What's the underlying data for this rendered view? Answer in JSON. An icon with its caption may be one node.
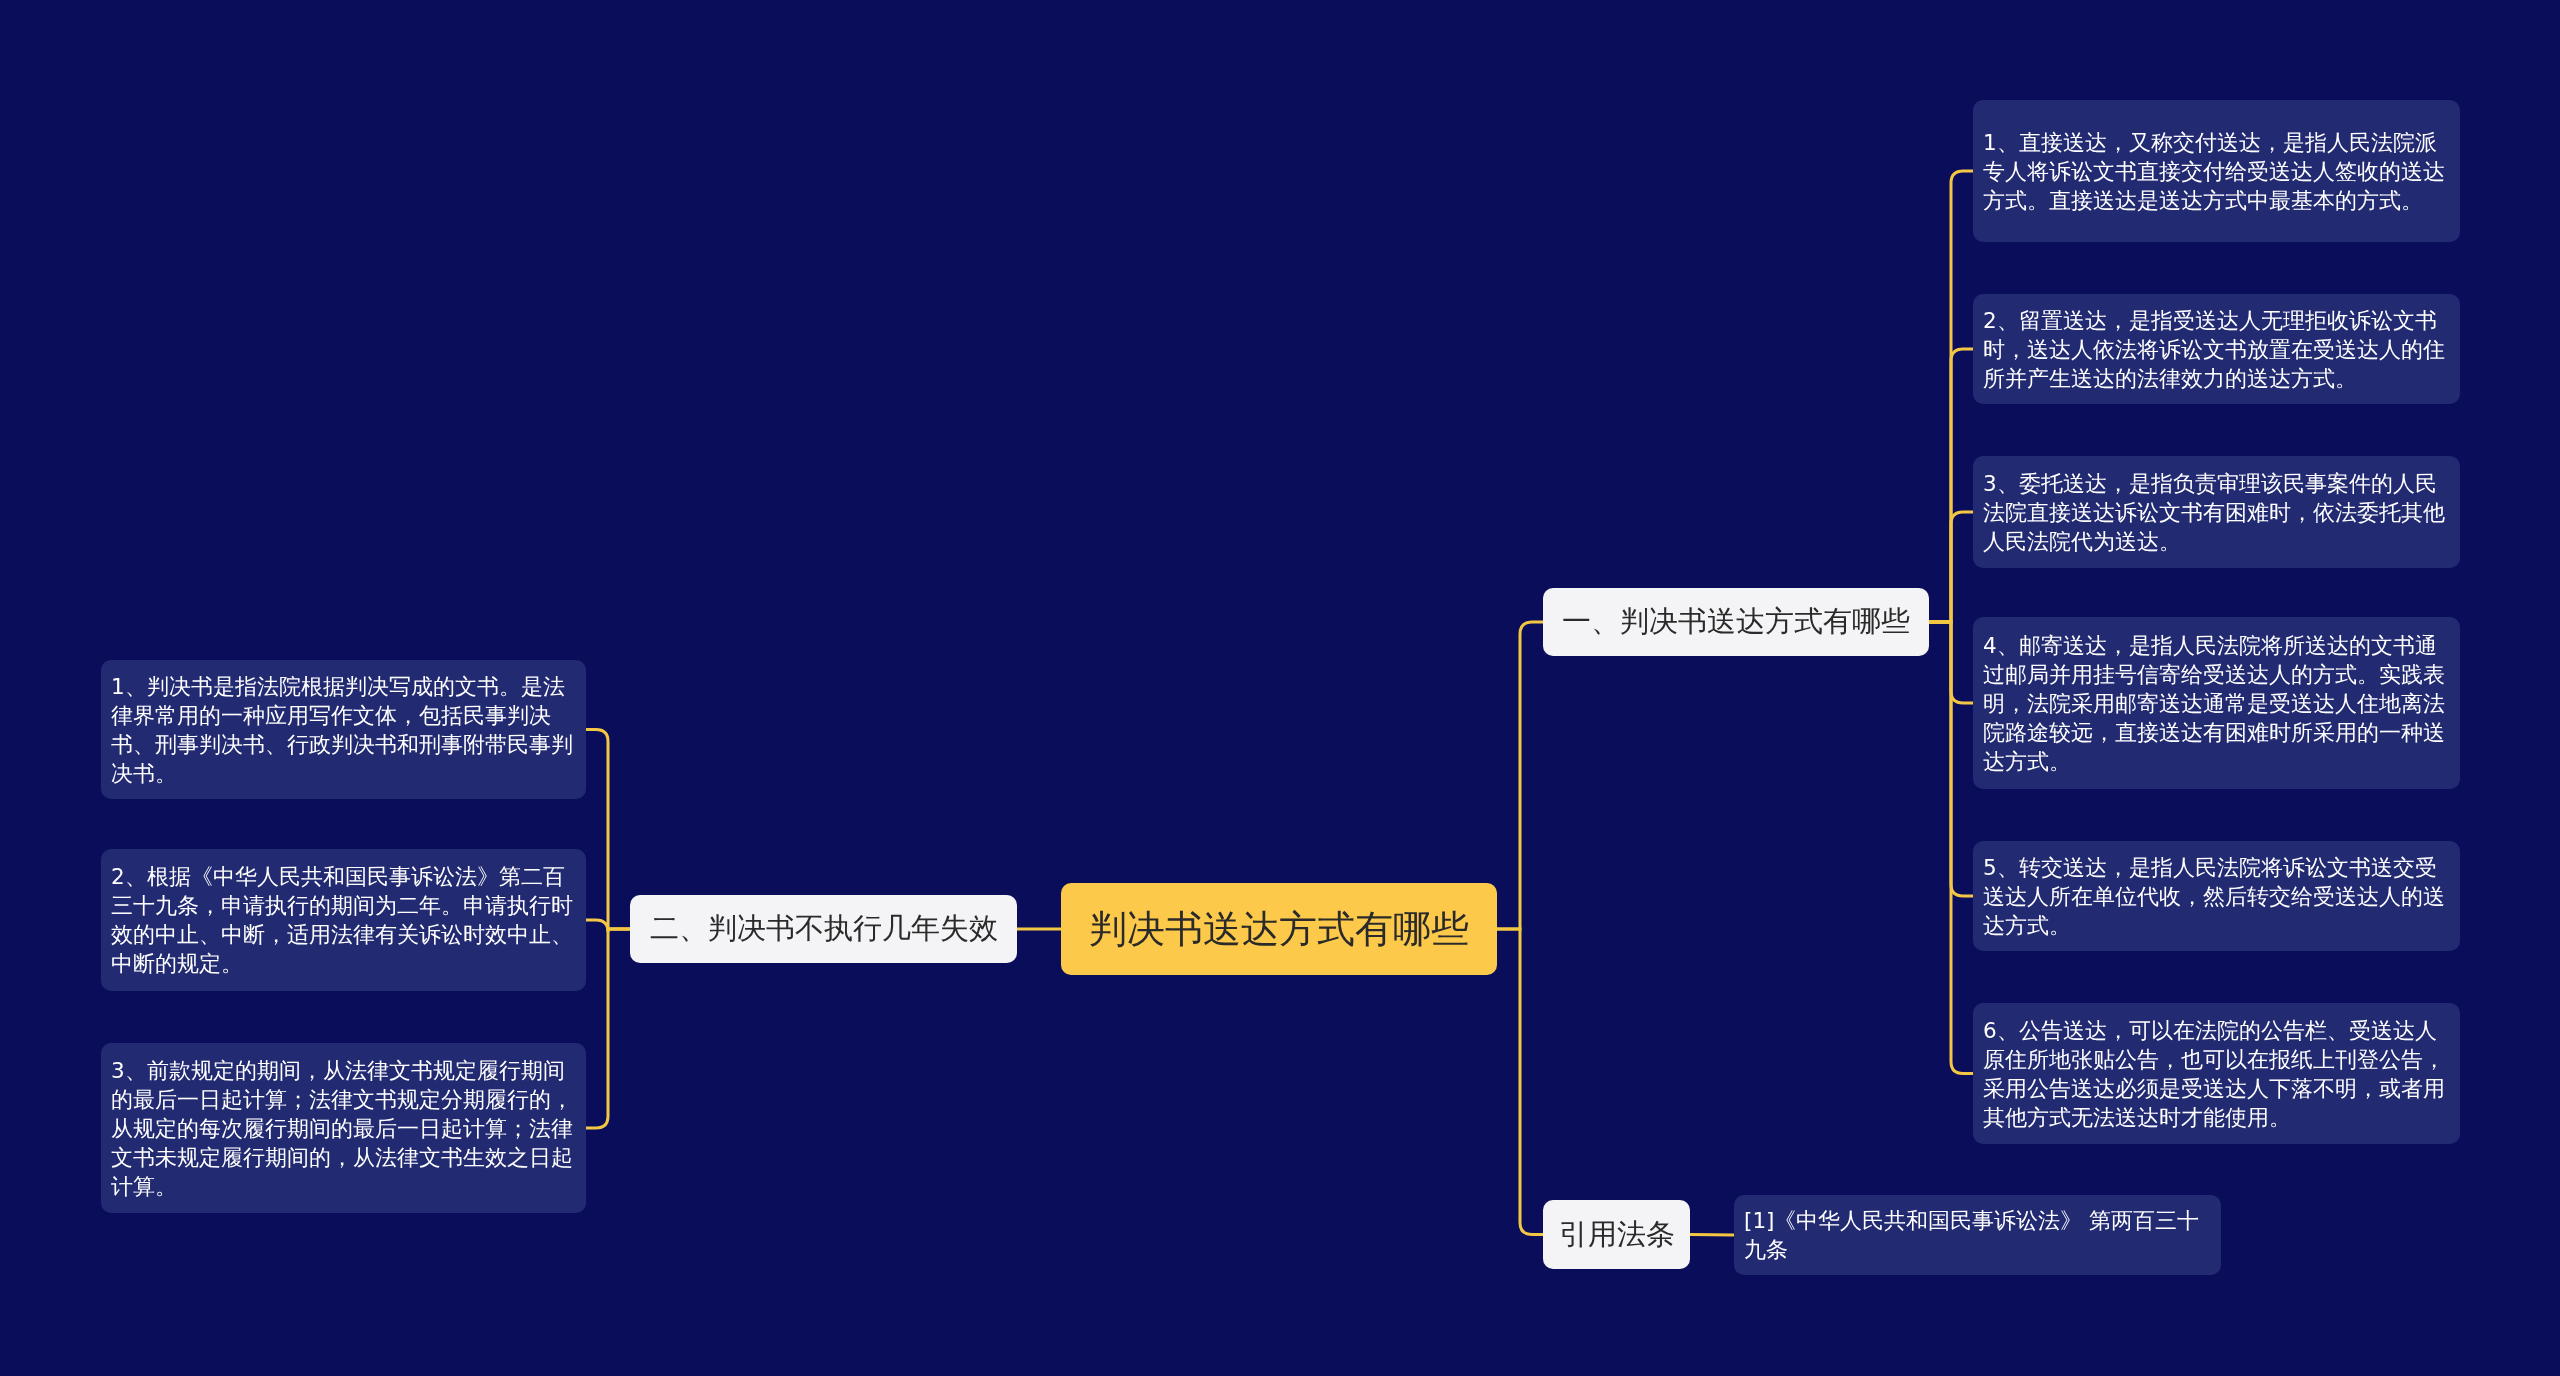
{
  "diagram": {
    "nodes": [
      {
        "text": [
          "判决书送达方式有哪些"
        ]
      },
      {
        "text": [
          "一、判决书送达方式有哪些"
        ]
      },
      {
        "text": [
          "1、直接送达，又称交付送达，是指人民法院派专人将诉讼文书直接交付给受送达人签收的送达方式。直接送达是送达方式中最基本的方式。"
        ]
      },
      {
        "text": [
          "2、留置送达，是指受送达人无理拒收诉讼文书时，送达人依法将诉讼文书放置在受送达人的住所并产生送达的法律效力的送达方式。"
        ]
      },
      {
        "text": [
          "3、委托送达，是指负责审理该民事案件的人民法院直接送达诉讼文书有困难时，依法委托其他人民法院代为送达。"
        ]
      },
      {
        "text": [
          "4、邮寄送达，是指人民法院将所送达的文书通过邮局并用挂号信寄给受送达人的方式。实践表明，法院采用邮寄送达通常是受送达人住地离法院路途较远，直接送达有困难时所采用的一种送达方式。"
        ]
      },
      {
        "text": [
          "5、转交送达，是指人民法院将诉讼文书送交受送达人所在单位代收，然后转交给受送达人的送达方式。"
        ]
      },
      {
        "text": [
          "6、公告送达，可以在法院的公告栏、受送达人原住所地张贴公告，也可以在报纸上刊登公告，采用公告送达必须是受送达人下落不明，或者用其他方式无法送达时才能使用。"
        ]
      },
      {
        "text": [
          "二、判决书不执行几年失效"
        ]
      },
      {
        "text": [
          "1、判决书是指法院根据判决写成的文书。是法律界常用的一种应用写作文体，包括民事判决书、刑事判决书、行政判决书和刑事附带民事判决书。"
        ]
      },
      {
        "text": [
          "2、根据《中华人民共和国民事诉讼法》第二百三十九条，申请执行的期间为二年。申请执行时效的中止、中断，适用法律有关诉讼时效中止、中断的规定。"
        ]
      },
      {
        "text": [
          "3、前款规定的期间，从法律文书规定履行期间的最后一日起计算；法律文书规定分期履行的，从规定的每次履行期间的最后一日起计算；法律文书未规定履行期间的，从法律文书生效之日起计算。"
        ]
      },
      {
        "text": [
          "引用法条"
        ]
      },
      {
        "text": [
          "[1]《中华人民共和国民事诉讼法》 第两百三十九条"
        ]
      }
    ],
    "edges": [
      {
        "from": 0,
        "to": 1,
        "arrow": "none"
      },
      {
        "from": 1,
        "to": 2,
        "arrow": "none"
      },
      {
        "from": 1,
        "to": 3,
        "arrow": "none"
      },
      {
        "from": 1,
        "to": 4,
        "arrow": "none"
      },
      {
        "from": 1,
        "to": 5,
        "arrow": "none"
      },
      {
        "from": 1,
        "to": 6,
        "arrow": "none"
      },
      {
        "from": 1,
        "to": 7,
        "arrow": "none"
      },
      {
        "from": 0,
        "to": 8,
        "arrow": "none"
      },
      {
        "from": 8,
        "to": 9,
        "arrow": "none"
      },
      {
        "from": 8,
        "to": 10,
        "arrow": "none"
      },
      {
        "from": 8,
        "to": 11,
        "arrow": "none"
      },
      {
        "from": 0,
        "to": 12,
        "arrow": "none"
      },
      {
        "from": 12,
        "to": 13,
        "arrow": "none"
      }
    ]
  }
}
